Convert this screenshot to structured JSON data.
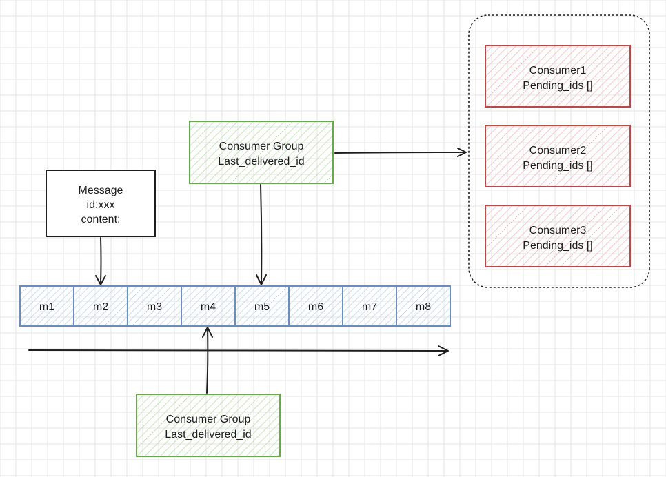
{
  "colors": {
    "background": "#ffffff",
    "grid": "#e6e6e6",
    "ink": "#1e1e1e",
    "green_stroke": "#6aa84f",
    "green_fill": "#b7e0a8",
    "red_stroke": "#b94a48",
    "red_fill": "#f4b6b6",
    "blue_stroke": "#6c8ebf",
    "blue_fill": "#b8d4f0"
  },
  "message_box": {
    "lines": [
      "Message",
      "id:xxx",
      "content:"
    ]
  },
  "consumer_group_top": {
    "lines": [
      "Consumer Group",
      "Last_delivered_id"
    ]
  },
  "consumer_group_bottom": {
    "lines": [
      "Consumer Group",
      "Last_delivered_id"
    ]
  },
  "stream": {
    "cells": [
      "m1",
      "m2",
      "m3",
      "m4",
      "m5",
      "m6",
      "m7",
      "m8"
    ]
  },
  "consumers": [
    {
      "lines": [
        "Consumer1",
        "Pending_ids []"
      ]
    },
    {
      "lines": [
        "Consumer2",
        "Pending_ids []"
      ]
    },
    {
      "lines": [
        "Consumer3",
        "Pending_ids []"
      ]
    }
  ]
}
